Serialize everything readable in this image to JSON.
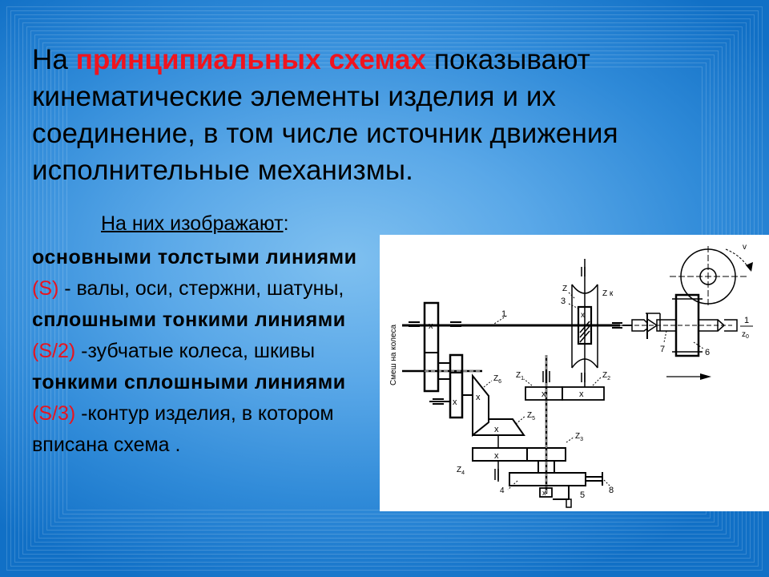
{
  "slide": {
    "intro": {
      "prefix": "На ",
      "accent": "принципиальных схемах",
      "suffix": " показывают кинематические элементы изделия и их соединение, в том числе источник движения исполнительные механизмы."
    },
    "sub_heading": {
      "text": "На них изображают",
      "colon": ":"
    },
    "line_types": [
      {
        "bold": "основными толстыми линиями",
        "code": "(S)",
        "desc": " - валы, оси, стержни, шатуны,"
      },
      {
        "bold": "сплошными тонкими линиями",
        "code": "(S/2)",
        "desc": " -зубчатые колеса, шкивы"
      },
      {
        "bold": "тонкими сплошными линиями",
        "code": "(S/3)",
        "desc": " -контур изделия, в котором вписана схема ."
      }
    ],
    "colors": {
      "accent_red": "#f0141e",
      "background_blue": "#1f7fd4",
      "text": "#000000",
      "panel": "#ffffff"
    }
  },
  "diagram": {
    "side_label": "Смеш на колеса",
    "labels": {
      "shaft_1": "1",
      "z_top": "Z",
      "part_3": "3",
      "z_k": "Z к",
      "v": "v",
      "ratio_num": "1",
      "ratio_den": "z",
      "ratio_sub": "0",
      "part_7": "7",
      "part_6": "6",
      "z1": "Z",
      "z1_sub": "1",
      "z2": "Z",
      "z2_sub": "2",
      "z5": "Z",
      "z5_sub": "5",
      "z6": "Z",
      "z6_sub": "6",
      "z3": "Z",
      "z3_sub": "3",
      "z4": "Z",
      "z4_sub": "4",
      "part_4": "4",
      "part_5": "5",
      "part_8": "8",
      "cross": "x"
    }
  }
}
